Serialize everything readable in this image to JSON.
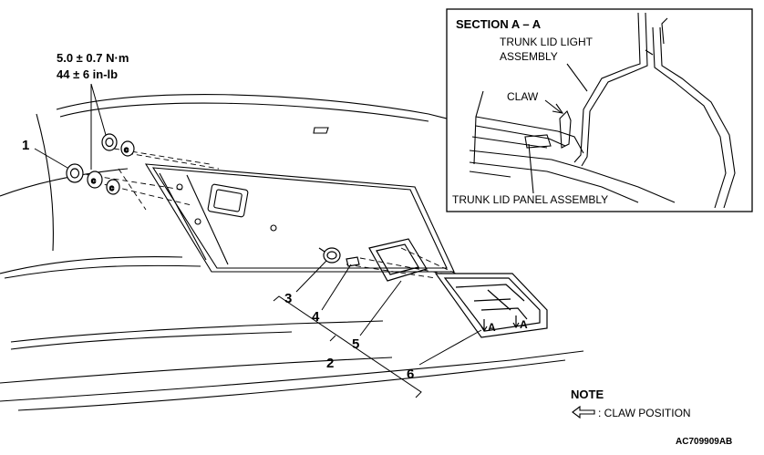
{
  "torque": {
    "metric": "5.0 ± 0.7 N·m",
    "imperial": "44 ± 6 in-lb"
  },
  "callouts": [
    "1",
    "2",
    "3",
    "4",
    "5",
    "6"
  ],
  "claw_marks": [
    "A",
    "A"
  ],
  "section": {
    "title": "SECTION A – A",
    "light_label_line1": "TRUNK LID LIGHT",
    "light_label_line2": "ASSEMBLY",
    "claw_label": "CLAW",
    "panel_label": "TRUNK LID PANEL ASSEMBLY"
  },
  "note": {
    "title": "NOTE",
    "claw_position": ": CLAW POSITION"
  },
  "figure_code": "AC709909AB"
}
